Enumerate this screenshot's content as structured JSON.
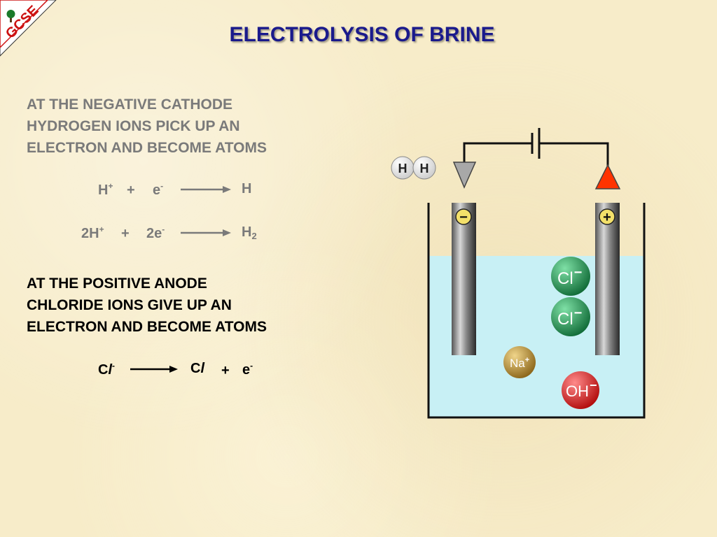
{
  "badge": {
    "text": "GCSE"
  },
  "title": "ELECTROLYSIS OF BRINE",
  "cathode": {
    "lines": [
      "AT THE NEGATIVE CATHODE",
      "HYDROGEN IONS PICK UP AN",
      "ELECTRON AND BECOME ATOMS"
    ],
    "eq1": {
      "r1": "H",
      "r1_charge": "+",
      "plus": "+",
      "r2": "e",
      "r2_charge": "-",
      "product": "H"
    },
    "eq2": {
      "r1": "2H",
      "r1_charge": "+",
      "plus": "+",
      "r2": "2e",
      "r2_charge": "-",
      "product": "H",
      "product_sub": "2"
    }
  },
  "anode": {
    "lines": [
      "AT THE POSITIVE ANODE",
      "CHLORIDE IONS GIVE UP AN",
      "ELECTRON AND BECOME ATOMS"
    ],
    "eq": {
      "r1": "C",
      "r1_l": "l",
      "r1_charge": "-",
      "p1": "C",
      "p1_l": "l",
      "plus": "+",
      "p2": "e",
      "p2_charge": "-"
    }
  },
  "diagram": {
    "atoms": [
      "H",
      "H"
    ],
    "cathode_sign": "−",
    "anode_sign": "+",
    "ions": [
      {
        "label": "Cl",
        "charge": "−",
        "color": "#1f8a4c"
      },
      {
        "label": "Cl",
        "charge": "−",
        "color": "#1f8a4c"
      },
      {
        "label": "Na",
        "charge": "+",
        "color": "#b5892e"
      },
      {
        "label": "OH",
        "charge": "−",
        "color": "#d11a1a"
      }
    ],
    "colors": {
      "solution": "#c8f0f5",
      "anode_arrow": "#ff3300",
      "cathode_arrow": "#a8a8a8"
    }
  }
}
